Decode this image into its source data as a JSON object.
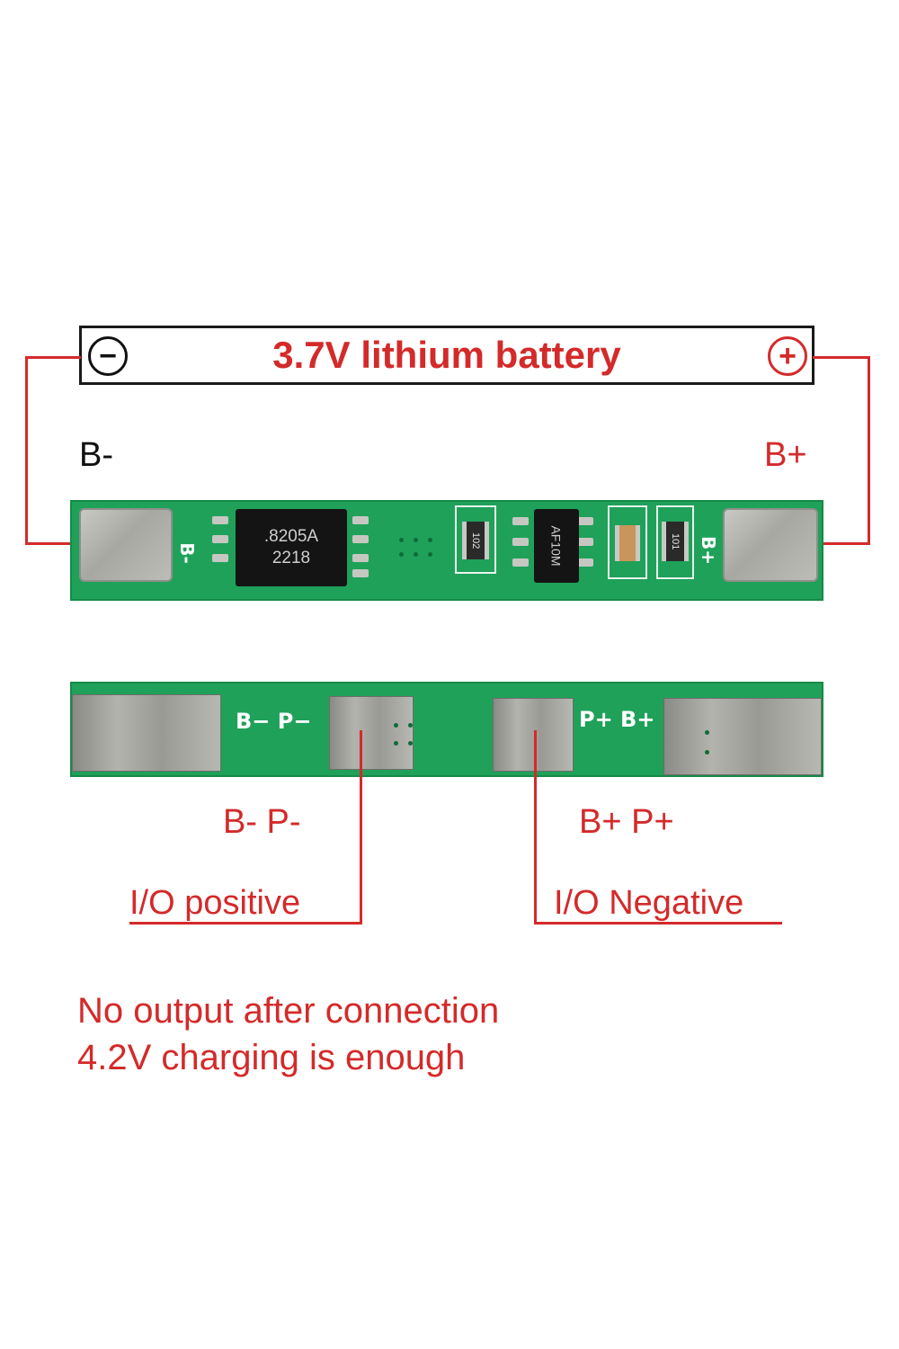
{
  "battery": {
    "title": "3.7V lithium battery",
    "negative_symbol": "−",
    "positive_symbol": "+"
  },
  "top_board": {
    "left_label": "B-",
    "right_label": "B+",
    "chip_main_line1": ".8205A",
    "chip_main_line2": "2218",
    "chip_small_text": "AF10M",
    "resistor_1": "102",
    "resistor_2": "101",
    "silk_left": "B-",
    "silk_right": "B+"
  },
  "bottom_board": {
    "silk_left": "B− P−",
    "silk_right": "P+ B+",
    "label_left": "B- P-",
    "label_right": "B+ P+",
    "callout_left": "I/O positive",
    "callout_right": "I/O Negative"
  },
  "notes": {
    "line1": "No output after connection",
    "line2": "4.2V charging is enough"
  },
  "colors": {
    "accent_red": "#d42a2a",
    "pcb_green": "#1fa15a",
    "outline": "#1a1a1a"
  }
}
